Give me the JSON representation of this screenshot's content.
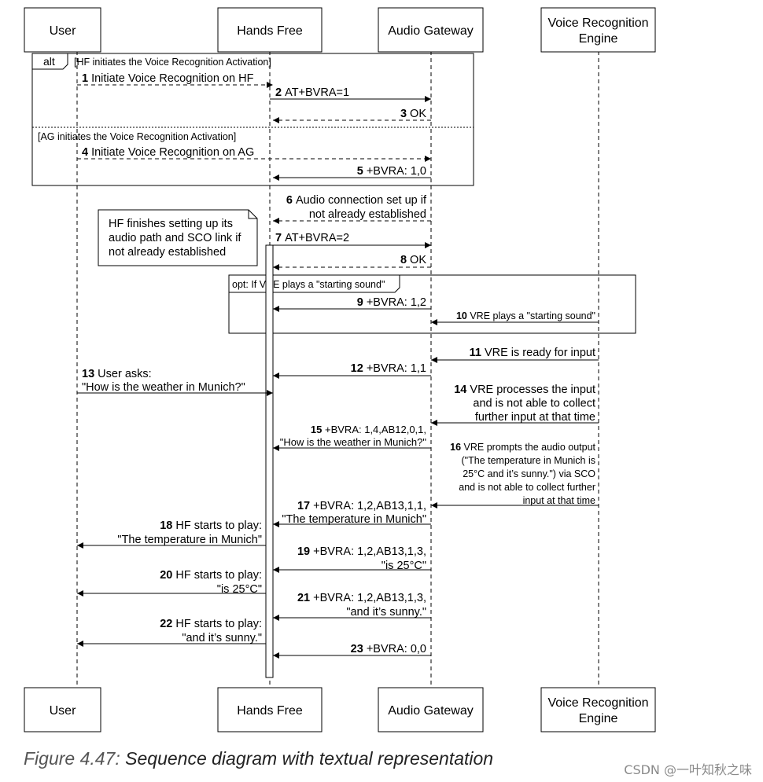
{
  "participants": [
    {
      "id": "user",
      "name": "User"
    },
    {
      "id": "hf",
      "name": "Hands Free"
    },
    {
      "id": "ag",
      "name": "Audio Gateway"
    },
    {
      "id": "vre",
      "name": "Voice Recognition\nEngine"
    }
  ],
  "alt_fragment": {
    "tag": "alt",
    "guard1": "[HF initiates the Voice Recognition Activation]",
    "guard2": "[AG initiates the Voice Recognition Activation]"
  },
  "opt_fragment": {
    "tag": "opt: If VRE plays a \"starting sound\""
  },
  "note": "HF finishes setting up its\naudio path and SCO link if\nnot already established",
  "messages": [
    {
      "num": "1",
      "text": "Initiate Voice Recognition on HF"
    },
    {
      "num": "2",
      "text": "AT+BVRA=1"
    },
    {
      "num": "3",
      "text": "OK"
    },
    {
      "num": "4",
      "text": "Initiate Voice Recognition on AG"
    },
    {
      "num": "5",
      "text": "+BVRA: 1,0"
    },
    {
      "num": "6",
      "text": "Audio connection set up if\nnot already established"
    },
    {
      "num": "7",
      "text": "AT+BVRA=2"
    },
    {
      "num": "8",
      "text": "OK"
    },
    {
      "num": "9",
      "text": "+BVRA: 1,2"
    },
    {
      "num": "10",
      "text": "VRE plays a \"starting sound\""
    },
    {
      "num": "11",
      "text": "VRE is ready for input"
    },
    {
      "num": "12",
      "text": "+BVRA: 1,1"
    },
    {
      "num": "13",
      "text": "User asks:\n\"How is the weather in Munich?\""
    },
    {
      "num": "14",
      "text": "VRE processes the input\nand is not able to collect\nfurther input at that time"
    },
    {
      "num": "15",
      "text": "+BVRA: 1,4,AB12,0,1,\n\"How is the weather in Munich?\""
    },
    {
      "num": "16",
      "text": "VRE prompts the audio output\n(\"The temperature in Munich is\n25°C and it’s sunny.\") via SCO\nand is not able to collect further\ninput at that time"
    },
    {
      "num": "17",
      "text": "+BVRA: 1,2,AB13,1,1,\n\"The temperature in Munich\""
    },
    {
      "num": "18",
      "text": "HF starts to play:\n\"The temperature in Munich\""
    },
    {
      "num": "19",
      "text": "+BVRA: 1,2,AB13,1,3,\n\"is 25°C\""
    },
    {
      "num": "20",
      "text": "HF starts to play:\n\"is 25°C\""
    },
    {
      "num": "21",
      "text": "+BVRA: 1,2,AB13,1,3,\n\"and it’s sunny.\""
    },
    {
      "num": "22",
      "text": "HF starts to play:\n\"and it’s sunny.\""
    },
    {
      "num": "23",
      "text": "+BVRA: 0,0"
    }
  ],
  "caption": {
    "number": "Figure 4.47:",
    "text": "Sequence diagram with textual representation"
  },
  "watermark": "CSDN @一叶知秋之味"
}
